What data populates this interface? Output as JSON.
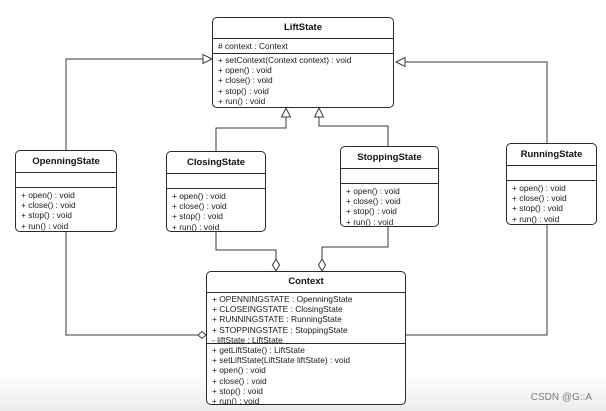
{
  "diagram": {
    "watermark": "CSDN @G::A",
    "classes": {
      "liftstate": {
        "name": "LiftState",
        "attributes": [
          "# context : Context"
        ],
        "operations": [
          "+ setContext(Context context) : void",
          "+ open() : void",
          "+ close() : void",
          "+ stop() : void",
          "+ run() : void"
        ]
      },
      "openningstate": {
        "name": "OpenningState",
        "attributes": [],
        "operations": [
          "+ open() : void",
          "+ close() : void",
          "+ stop() : void",
          "+ run() : void"
        ]
      },
      "closingstate": {
        "name": "ClosingState",
        "attributes": [],
        "operations": [
          "+ open() : void",
          "+ close() : void",
          "+ stop() : void",
          "+ run() : void"
        ]
      },
      "stoppingstate": {
        "name": "StoppingState",
        "attributes": [],
        "operations": [
          "+ open() : void",
          "+ close() : void",
          "+ stop() : void",
          "+ run() : void"
        ]
      },
      "runningstate": {
        "name": "RunningState",
        "attributes": [],
        "operations": [
          "+ open() : void",
          "+ close() : void",
          "+ stop() : void",
          "+ run() : void"
        ]
      },
      "context": {
        "name": "Context",
        "attributes": [
          "+ OPENNINGSTATE : OpenningState",
          "+ CLOSEINGSTATE : ClosingState",
          "+ RUNNINGSTATE : RunningState",
          "+ STOPPINGSTATE : StoppingState",
          "- liftState : LiftState"
        ],
        "operations": [
          "+ getLiftState() : LiftState",
          "+ setLiftState(LiftState liftState) : void",
          "+ open() : void",
          "+ close() : void",
          "+ stop() : void",
          "+ run() : void"
        ]
      }
    },
    "relations": [
      {
        "type": "generalization",
        "from": "OpenningState",
        "to": "LiftState"
      },
      {
        "type": "generalization",
        "from": "ClosingState",
        "to": "LiftState"
      },
      {
        "type": "generalization",
        "from": "StoppingState",
        "to": "LiftState"
      },
      {
        "type": "generalization",
        "from": "RunningState",
        "to": "LiftState"
      },
      {
        "type": "aggregation",
        "whole": "Context",
        "part": "OpenningState"
      },
      {
        "type": "aggregation",
        "whole": "Context",
        "part": "ClosingState"
      },
      {
        "type": "aggregation",
        "whole": "Context",
        "part": "StoppingState"
      },
      {
        "type": "aggregation",
        "whole": "Context",
        "part": "RunningState"
      }
    ]
  }
}
